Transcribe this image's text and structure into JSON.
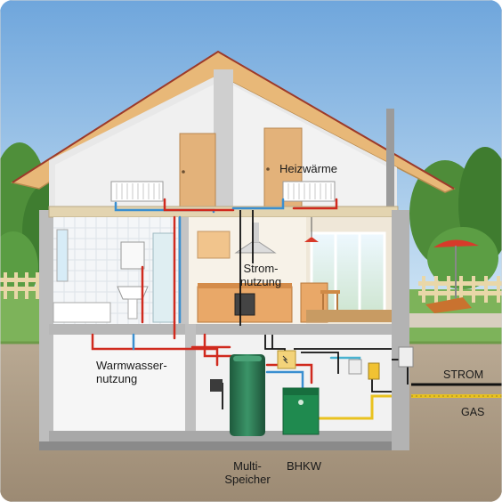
{
  "labels": {
    "heizwaerme": "Heizwärme",
    "stromnutzung": "Strom-\nnutzung",
    "warmwassernutzung": "Warmwasser-\nnutzung",
    "strom": "STROM",
    "gas": "GAS",
    "multispeicher": "Multi-\nSpeicher",
    "bhkw": "BHKW"
  },
  "colors": {
    "sky": "#7fb0e0",
    "roof_tiles": "#e8b878",
    "storage_tank": "#2f7d55",
    "bhkw_unit": "#1f8a4f",
    "hot_pipe": "#d02a1e",
    "cold_pipe": "#3a8fd0",
    "power_line": "#111111",
    "gas_line": "#e9c21f"
  }
}
